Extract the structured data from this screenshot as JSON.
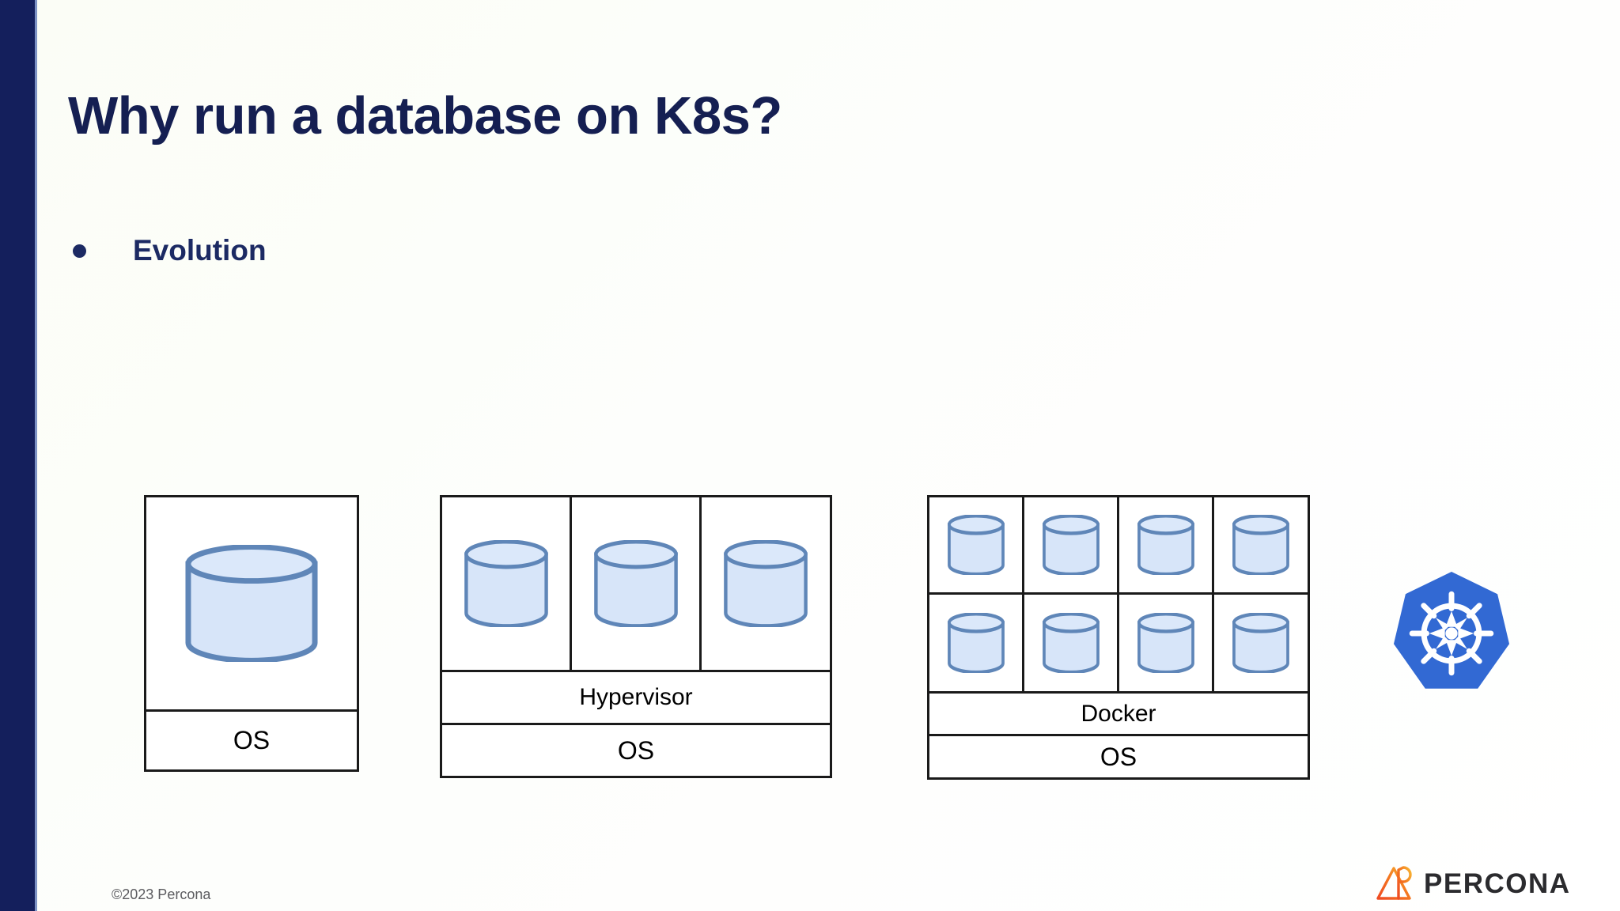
{
  "slide": {
    "title": "Why run a database on K8s?",
    "bullets": [
      {
        "label": "Evolution",
        "marker": "bullet-dot"
      }
    ],
    "background_color": "#fdfefb",
    "accent_bar_color": "#141f5c",
    "title_color": "#151f52"
  },
  "diagram": {
    "caption": "Evolution of database deployment: bare metal OS, virtualized with a hypervisor, containerized with Docker, orchestrated with Kubernetes",
    "db_icon_name": "database-cylinder-icon",
    "db_fill_color": "#d7e5f9",
    "db_stroke_color": "#5f86b8",
    "box_stroke_color": "#1a1a1a",
    "stacks": [
      {
        "id": "bare-metal",
        "db_count": 1,
        "columns": 1,
        "rows": 1,
        "layers": [
          "OS"
        ]
      },
      {
        "id": "virtualized",
        "db_count": 3,
        "columns": 3,
        "rows": 1,
        "layers": [
          "Hypervisor",
          "OS"
        ]
      },
      {
        "id": "containerized",
        "db_count": 8,
        "columns": 4,
        "rows": 2,
        "layers": [
          "Docker",
          "OS"
        ]
      }
    ],
    "kubernetes": {
      "icon_name": "kubernetes-helm-logo",
      "color": "#3269d3",
      "glyph_color": "#ffffff"
    }
  },
  "footer": {
    "copyright": "©2023 Percona",
    "brand": "PERCONA",
    "brand_mark_name": "percona-triangle-icon",
    "brand_mark_gradient_start": "#f05a28",
    "brand_mark_gradient_end": "#f5a623",
    "brand_text_color": "#2b2b2e"
  }
}
